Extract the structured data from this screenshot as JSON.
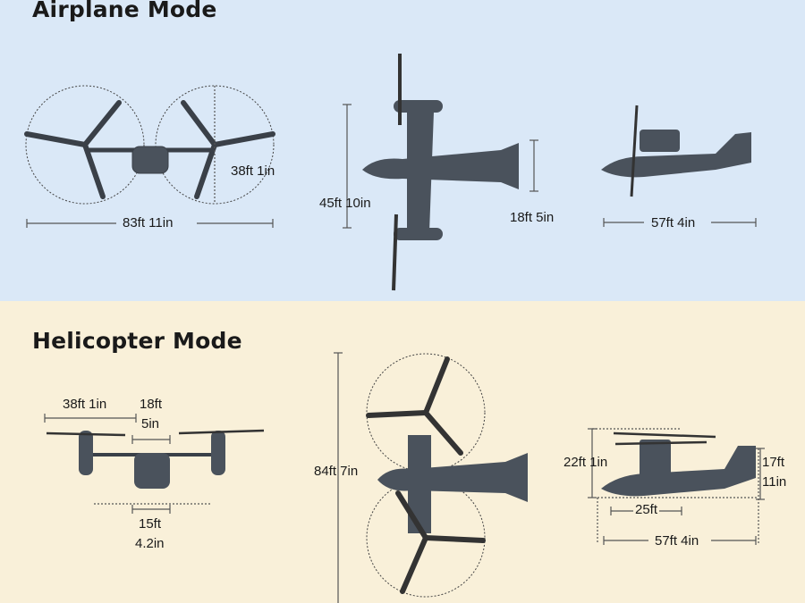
{
  "sections": {
    "airplane": {
      "title": "Airplane Mode",
      "front_width": "83ft 11in",
      "rotor_diameter": "38ft 1in",
      "top_span": "45ft 10in",
      "tail_width": "18ft 5in",
      "side_length": "57ft 4in"
    },
    "helicopter": {
      "title": "Helicopter Mode",
      "rotor_diameter": "38ft 1in",
      "nacelle_spacing_line1": "18ft",
      "nacelle_spacing_line2": "5in",
      "gear_track_line1": "15ft",
      "gear_track_line2": "4.2in",
      "overall_length": "84ft 7in",
      "height": "22ft 1in",
      "tail_height_line1": "17ft",
      "tail_height_line2": "11in",
      "wheelbase": "25ft",
      "side_length": "57ft 4in"
    }
  },
  "colors": {
    "airplane_bg": "#dae8f7",
    "helicopter_bg": "#f9f0d9",
    "aircraft": "#4a525c",
    "dimension_line": "#555555"
  }
}
